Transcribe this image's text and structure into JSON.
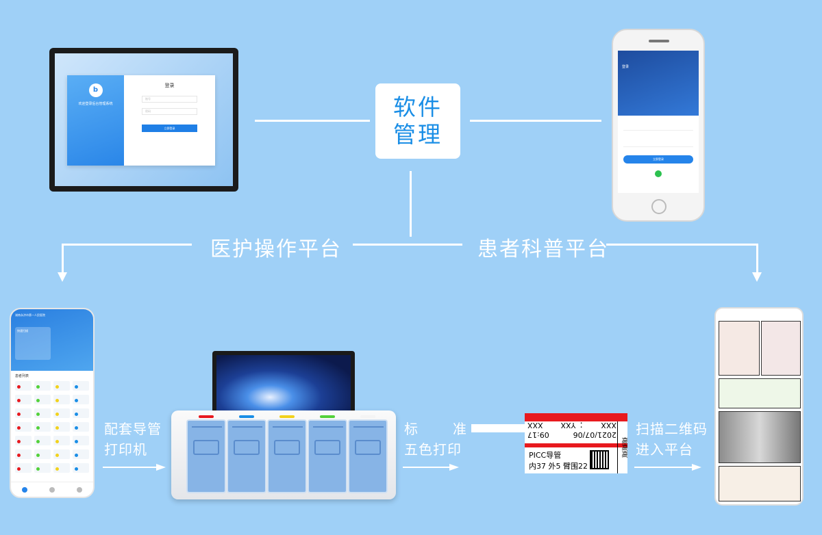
{
  "center": {
    "line1": "软件",
    "line2": "管理"
  },
  "platforms": {
    "medical": "医护操作平台",
    "patient": "患者科普平台"
  },
  "steps": {
    "printer_line1": "配套导管",
    "printer_line2": "打印机",
    "color_line1_a": "标",
    "color_line1_b": "准",
    "color_line2": "五色打印",
    "scan_line1": "扫描二维码",
    "scan_line2": "进入平台"
  },
  "tablet": {
    "welcome": "欢迎登录后台管理系统",
    "login_title": "登录",
    "username_placeholder": "账号",
    "password_placeholder": "密码",
    "button": "立即登录"
  },
  "phone": {
    "title": "登录",
    "button": "立即登录"
  },
  "lphone": {
    "hospital": "湖南永济市第一人民医院",
    "quick_scan": "快速扫描",
    "list_title": "患者列表"
  },
  "label": {
    "r1_left": "XXX",
    "r1_mid": "：YXX",
    "r1_right": "XXX",
    "r2_date": "2021/07/06",
    "r2_time": "09:17",
    "side": "高高高",
    "picc": "PICC导管",
    "detail": "内37 外5 臂围22"
  },
  "led_colors": [
    "#e8191e",
    "#1a8ee6",
    "#f2d21c",
    "#53d13a",
    "#f4f4f4"
  ]
}
